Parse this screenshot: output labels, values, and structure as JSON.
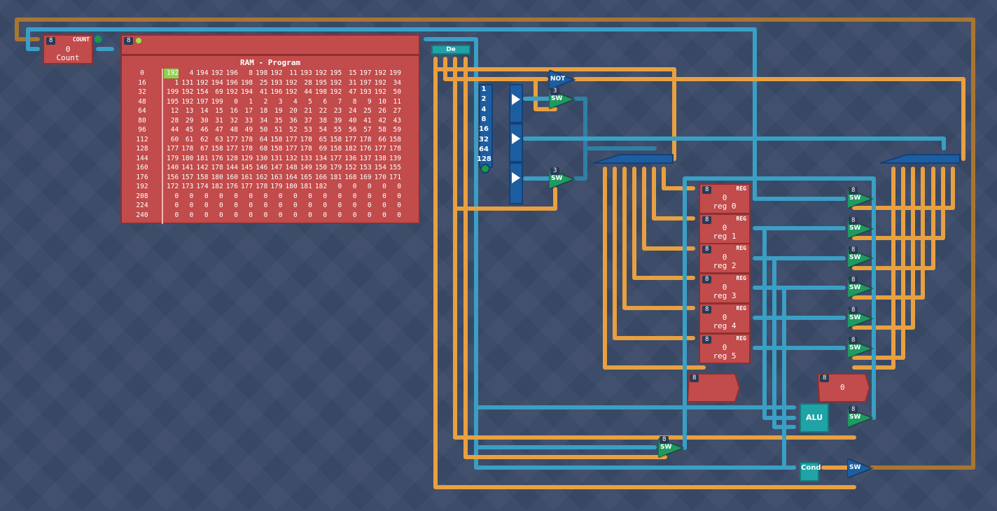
{
  "counter": {
    "width_tag": "8",
    "label": "COUNT",
    "value": "0",
    "name": "Count"
  },
  "ram": {
    "width_tag": "8",
    "title": "RAM - Program",
    "highlight_address": 0,
    "rows": [
      {
        "addr": "0",
        "cells": [
          "192",
          "4",
          "194",
          "192",
          "196",
          "8",
          "198",
          "192",
          "11",
          "193",
          "192",
          "195",
          "15",
          "197",
          "192",
          "199"
        ]
      },
      {
        "addr": "16",
        "cells": [
          "1",
          "131",
          "192",
          "194",
          "196",
          "198",
          "25",
          "193",
          "192",
          "28",
          "195",
          "192",
          "31",
          "197",
          "192",
          "34"
        ]
      },
      {
        "addr": "32",
        "cells": [
          "199",
          "192",
          "154",
          "69",
          "192",
          "194",
          "41",
          "196",
          "192",
          "44",
          "198",
          "192",
          "47",
          "193",
          "192",
          "50"
        ]
      },
      {
        "addr": "48",
        "cells": [
          "195",
          "192",
          "197",
          "199",
          "0",
          "1",
          "2",
          "3",
          "4",
          "5",
          "6",
          "7",
          "8",
          "9",
          "10",
          "11"
        ]
      },
      {
        "addr": "64",
        "cells": [
          "12",
          "13",
          "14",
          "15",
          "16",
          "17",
          "18",
          "19",
          "20",
          "21",
          "22",
          "23",
          "24",
          "25",
          "26",
          "27"
        ]
      },
      {
        "addr": "80",
        "cells": [
          "28",
          "29",
          "30",
          "31",
          "32",
          "33",
          "34",
          "35",
          "36",
          "37",
          "38",
          "39",
          "40",
          "41",
          "42",
          "43"
        ]
      },
      {
        "addr": "96",
        "cells": [
          "44",
          "45",
          "46",
          "47",
          "48",
          "49",
          "50",
          "51",
          "52",
          "53",
          "54",
          "55",
          "56",
          "57",
          "58",
          "59"
        ]
      },
      {
        "addr": "112",
        "cells": [
          "60",
          "61",
          "62",
          "63",
          "177",
          "178",
          "64",
          "158",
          "177",
          "178",
          "65",
          "158",
          "177",
          "178",
          "66",
          "158"
        ]
      },
      {
        "addr": "128",
        "cells": [
          "177",
          "178",
          "67",
          "158",
          "177",
          "178",
          "68",
          "158",
          "177",
          "178",
          "69",
          "158",
          "182",
          "176",
          "177",
          "178"
        ]
      },
      {
        "addr": "144",
        "cells": [
          "179",
          "180",
          "181",
          "176",
          "128",
          "129",
          "130",
          "131",
          "132",
          "133",
          "134",
          "177",
          "136",
          "137",
          "138",
          "139"
        ]
      },
      {
        "addr": "160",
        "cells": [
          "140",
          "141",
          "142",
          "178",
          "144",
          "145",
          "146",
          "147",
          "148",
          "149",
          "150",
          "179",
          "152",
          "153",
          "154",
          "155"
        ]
      },
      {
        "addr": "176",
        "cells": [
          "156",
          "157",
          "158",
          "180",
          "160",
          "161",
          "162",
          "163",
          "164",
          "165",
          "166",
          "181",
          "168",
          "169",
          "170",
          "171"
        ]
      },
      {
        "addr": "192",
        "cells": [
          "172",
          "173",
          "174",
          "182",
          "176",
          "177",
          "178",
          "179",
          "180",
          "181",
          "182",
          "0",
          "0",
          "0",
          "0",
          "0"
        ]
      },
      {
        "addr": "208",
        "cells": [
          "0",
          "0",
          "0",
          "0",
          "0",
          "0",
          "0",
          "0",
          "0",
          "0",
          "0",
          "0",
          "0",
          "0",
          "0",
          "0"
        ]
      },
      {
        "addr": "224",
        "cells": [
          "0",
          "0",
          "0",
          "0",
          "0",
          "0",
          "0",
          "0",
          "0",
          "0",
          "0",
          "0",
          "0",
          "0",
          "0",
          "0"
        ]
      },
      {
        "addr": "240",
        "cells": [
          "0",
          "0",
          "0",
          "0",
          "0",
          "0",
          "0",
          "0",
          "0",
          "0",
          "0",
          "0",
          "0",
          "0",
          "0",
          "0"
        ]
      }
    ]
  },
  "decoder": {
    "label": "De"
  },
  "not_gate": {
    "label": "NOT"
  },
  "byte_splitter": {
    "bits": [
      "1",
      "2",
      "4",
      "8",
      "16",
      "32",
      "64",
      "128"
    ]
  },
  "switches": {
    "sw_top": {
      "label": "SW",
      "width": "3"
    },
    "sw_mid": {
      "label": "SW",
      "width": "3"
    },
    "sw_reg": {
      "label": "SW",
      "width": "8"
    },
    "sw_alu": {
      "label": "SW",
      "width": "8"
    },
    "sw_bottom": {
      "label": "SW",
      "width": "8"
    },
    "sw_cond": {
      "label": "SW"
    }
  },
  "registers": [
    {
      "width_tag": "8",
      "type": "REG",
      "value": "0",
      "name": "reg 0"
    },
    {
      "width_tag": "8",
      "type": "REG",
      "value": "0",
      "name": "reg 1"
    },
    {
      "width_tag": "8",
      "type": "REG",
      "value": "0",
      "name": "reg 2"
    },
    {
      "width_tag": "8",
      "type": "REG",
      "value": "0",
      "name": "reg 3"
    },
    {
      "width_tag": "8",
      "type": "REG",
      "value": "0",
      "name": "reg 4"
    },
    {
      "width_tag": "8",
      "type": "REG",
      "value": "0",
      "name": "reg 5"
    }
  ],
  "input_pin": {
    "width_tag": "8",
    "value": ""
  },
  "output_pin": {
    "width_tag": "8",
    "value": "0"
  },
  "alu": {
    "label": "ALU"
  },
  "cond": {
    "label": "Cond"
  },
  "colors": {
    "background": "#3a4a68",
    "wire_blue": "#3a9fc4",
    "wire_orange": "#e8a040",
    "wire_brown": "#a87532",
    "component_red": "#c24b4b",
    "switch_green": "#1f9a62",
    "teal": "#20a3a6"
  }
}
